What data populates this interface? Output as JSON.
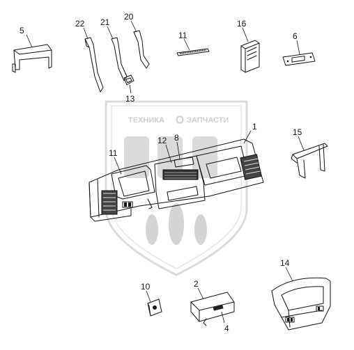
{
  "watermark": {
    "text_left": "ТЕХНИКА",
    "text_right": "ЗАПЧАСТИ",
    "color": "#c9c9c9"
  },
  "callouts": [
    "5",
    "22",
    "21",
    "20",
    "11",
    "16",
    "6",
    "13",
    "1",
    "15",
    "12",
    "8",
    "11",
    "14",
    "10",
    "2",
    "4"
  ],
  "colors": {
    "line": "#111111",
    "background": "#ffffff"
  }
}
